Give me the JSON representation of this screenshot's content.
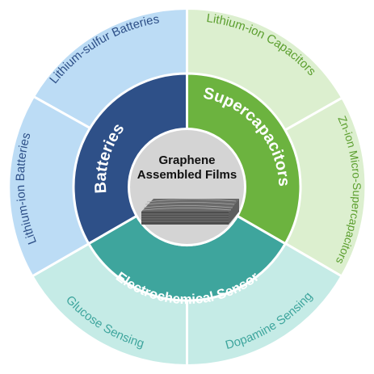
{
  "center": {
    "title_line1": "Graphene",
    "title_line2": "Assembled Films"
  },
  "inner": [
    {
      "label": "Batteries",
      "color": "#2e5088"
    },
    {
      "label": "Supercapacitors",
      "color": "#6cb33f"
    },
    {
      "label": "Electrochemical Sensor",
      "color": "#3ea59d"
    }
  ],
  "outer": [
    {
      "label": "Lithium-sulfur Batteries",
      "color": "#bcdcf5",
      "text_color": "#2e5088"
    },
    {
      "label": "Lithium-ion Batteries",
      "color": "#bcdcf5",
      "text_color": "#2e5088"
    },
    {
      "label": "Lithium-ion Capacitors",
      "color": "#dcefcf",
      "text_color": "#5c9f2f"
    },
    {
      "label": "Zn-ion Micro-Supercapacitors",
      "color": "#dcefcf",
      "text_color": "#5c9f2f"
    },
    {
      "label": "Glucose Sensing",
      "color": "#c5ebe6",
      "text_color": "#3ea59d"
    },
    {
      "label": "Dopamine Sensing",
      "color": "#c5ebe6",
      "text_color": "#3ea59d"
    }
  ]
}
